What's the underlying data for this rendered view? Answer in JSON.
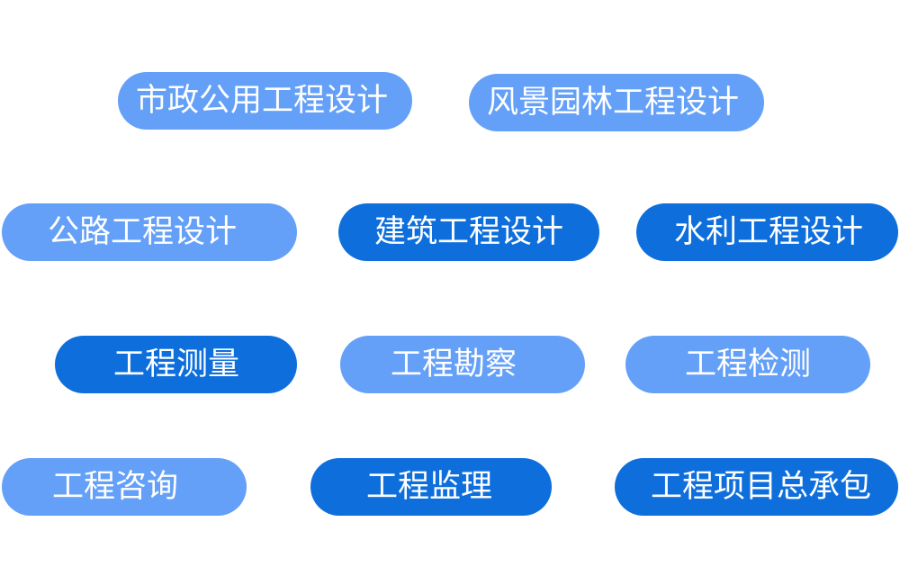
{
  "colors": {
    "light_pill": "#64a0f8",
    "dark_pill": "#0e6fdc",
    "text": "#ffffff",
    "background": "#ffffff"
  },
  "tags": [
    {
      "label": "市政公用工程设计",
      "style": "light"
    },
    {
      "label": "风景园林工程设计",
      "style": "light"
    },
    {
      "label": "公路工程设计",
      "style": "light"
    },
    {
      "label": "建筑工程设计",
      "style": "dark"
    },
    {
      "label": "水利工程设计",
      "style": "dark"
    },
    {
      "label": "工程测量",
      "style": "dark"
    },
    {
      "label": "工程勘察",
      "style": "light"
    },
    {
      "label": "工程检测",
      "style": "light"
    },
    {
      "label": "工程咨询",
      "style": "light"
    },
    {
      "label": "工程监理",
      "style": "dark"
    },
    {
      "label": "工程项目总承包",
      "style": "dark"
    }
  ]
}
